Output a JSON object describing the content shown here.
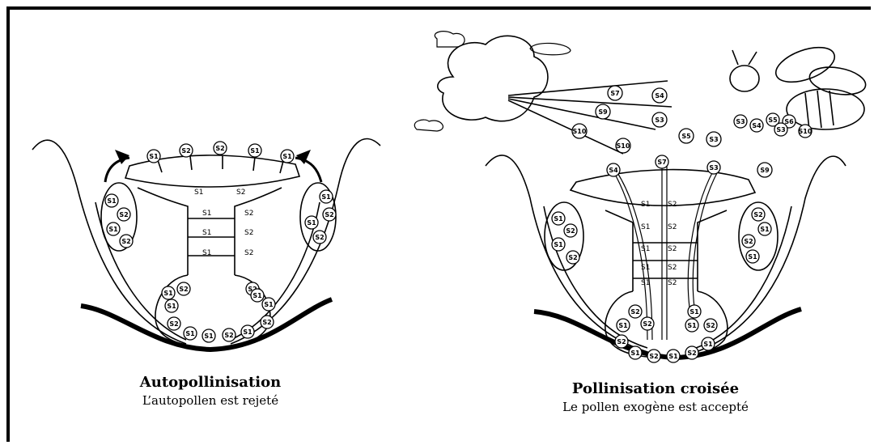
{
  "left_panel": {
    "title": "Autopollinisation",
    "subtitle": "L’autopollen est rejeté",
    "stigma_pollen": [
      "S1",
      "S2",
      "S2",
      "S1",
      "S1"
    ],
    "style_rows": [
      [
        "S1",
        "S2"
      ],
      [
        "S1",
        "S2"
      ],
      [
        "S1",
        "S2"
      ],
      [
        "S1",
        "S2"
      ]
    ],
    "anther_left": [
      "S1",
      "S2",
      "S1",
      "S2"
    ],
    "anther_right": [
      "S1",
      "S2",
      "S1",
      "S2"
    ],
    "ovules": [
      "S2",
      "S1",
      "S2",
      "S1",
      "S1",
      "S2",
      "S1",
      "S2",
      "S1",
      "S2",
      "S1",
      "S1"
    ]
  },
  "right_panel": {
    "title": "Pollinisation croisée",
    "subtitle": "Le pollen exogène est accepté",
    "stigma_pollen": [
      "S4",
      "S7",
      "S3"
    ],
    "style_rows": [
      [
        "S1",
        "S2"
      ],
      [
        "S1",
        "S2"
      ],
      [
        "S1",
        "S2"
      ],
      [
        "S1",
        "S2"
      ],
      [
        "S1",
        "S2"
      ]
    ],
    "anther_left": [
      "S1",
      "S2",
      "S1",
      "S2"
    ],
    "anther_right": [
      "S2",
      "S1",
      "S2",
      "S1"
    ],
    "ovules": [
      "S2",
      "S1",
      "S2",
      "S1",
      "S2",
      "S1",
      "S2",
      "S1",
      "S2",
      "S1",
      "S2",
      "S1"
    ],
    "wind_pollen": [
      "S7",
      "S4",
      "S9",
      "S3",
      "S5",
      "S3",
      "S10",
      "S9",
      "S10"
    ],
    "bee_pollen": [
      "S3",
      "S4",
      "S5",
      "S6",
      "S3",
      "S10"
    ]
  }
}
